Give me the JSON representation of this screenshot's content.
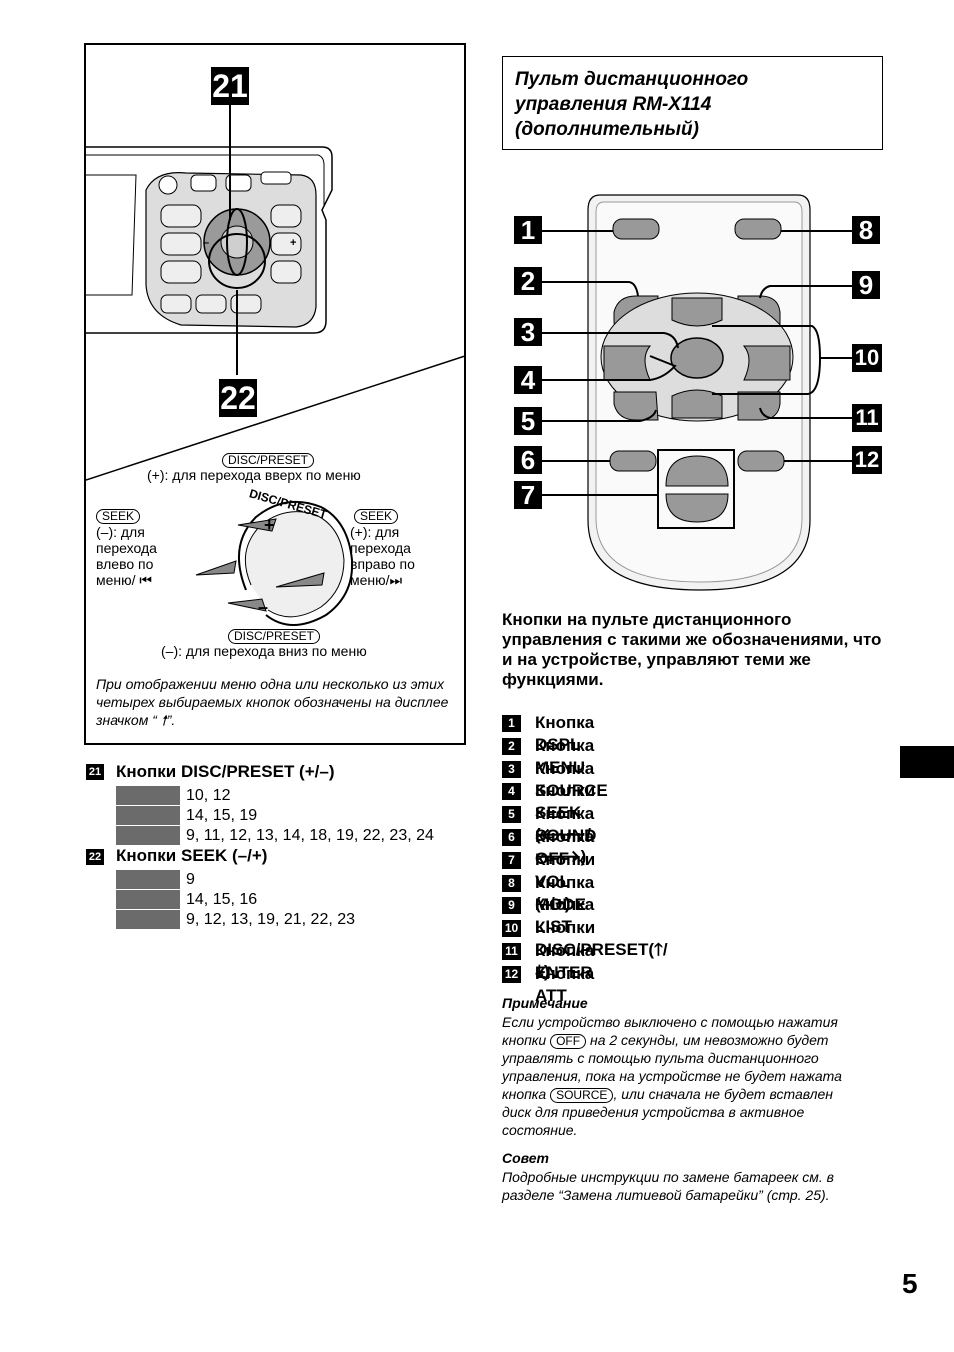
{
  "left_panel": {
    "badge_top": "21",
    "badge_bottom": "22",
    "disc_preset_pill": "DISC/PRESET",
    "plus_up": "(+): для перехода вверх по меню",
    "seek_pill": "SEEK",
    "minus_left": "(–): для перехода влево по меню/ ⏮",
    "plus_right": "(+): для перехода вправо по меню/⏭",
    "minus_down": "(–): для перехода вниз по меню",
    "dial_label": "DISC/PRESET",
    "dial_plus": "+",
    "dial_minus": "–",
    "unit_minus": "–",
    "unit_plus": "+",
    "italic_note": "При отображении меню одна или несколько из этих четырех выбираемых кнопок обозначены на дисплее значком “ 🠕”."
  },
  "entries": [
    {
      "num": "21",
      "label": "Кнопки DISC/PRESET (+/–)",
      "pages": [
        "10, 12",
        "14, 15, 19",
        "9, 11, 12, 13, 14, 18, 19, 22, 23, 24"
      ]
    },
    {
      "num": "22",
      "label": "Кнопки SEEK (–/+)",
      "pages": [
        "9",
        "14, 15, 16",
        "9, 12, 13, 19, 21, 22, 23"
      ]
    }
  ],
  "remote": {
    "title": "Пульт дистанционного управления RM-X114 (дополнительный)",
    "callouts_left": [
      "1",
      "2",
      "3",
      "4",
      "5",
      "6",
      "7"
    ],
    "callouts_right": [
      "8",
      "9",
      "10",
      "11",
      "12"
    ]
  },
  "intro": "Кнопки на пульте дистанционного управления с такими же обозначениями, что и на устройстве, управляют теми же функциями.",
  "buttons": [
    {
      "num": "1",
      "label": "Кнопка DSPL"
    },
    {
      "num": "2",
      "label": "Кнопка MENU"
    },
    {
      "num": "3",
      "label": "Кнопка SOURCE"
    },
    {
      "num": "4",
      "label": "Кнопки SEEK (🡐/🡒)"
    },
    {
      "num": "5",
      "label": "Кнопка SOUND"
    },
    {
      "num": "6",
      "label": "Кнопка OFF"
    },
    {
      "num": "7",
      "label": "Кнопки VOL (–/+)"
    },
    {
      "num": "8",
      "label": "Кнопка MODE"
    },
    {
      "num": "9",
      "label": "Кнопка LIST"
    },
    {
      "num": "10",
      "label": "Кнопки DISC/PRESET(🡑/🡓)"
    },
    {
      "num": "11",
      "label": "Кнопка ENTER"
    },
    {
      "num": "12",
      "label": "Кнопка ATT"
    }
  ],
  "note": {
    "title": "Примечание",
    "line1": "Если устройство выключено с помощью нажатия",
    "line2a": "кнопки",
    "off_pill": "OFF",
    "line2b": "на 2 секунды, им невозможно будет",
    "line3": "управлять с помощью пульта дистанционного",
    "line4": "управления, пока на устройстве не будет нажата",
    "line5a": "кнопка",
    "source_pill": "SOURCE",
    "line5b": ", или сначала не будет вставлен",
    "line6": "диск для приведения устройства в активное",
    "line7": "состояние."
  },
  "tip": {
    "title": "Совет",
    "text": "Подробные инструкции по замене батареек см. в разделе “Замена литиевой батарейки” (стр. 25)."
  },
  "page_number": "5",
  "colors": {
    "black": "#000000",
    "grey_bar": "#6b6b6b",
    "remote_fill": "#f2f2f2"
  }
}
